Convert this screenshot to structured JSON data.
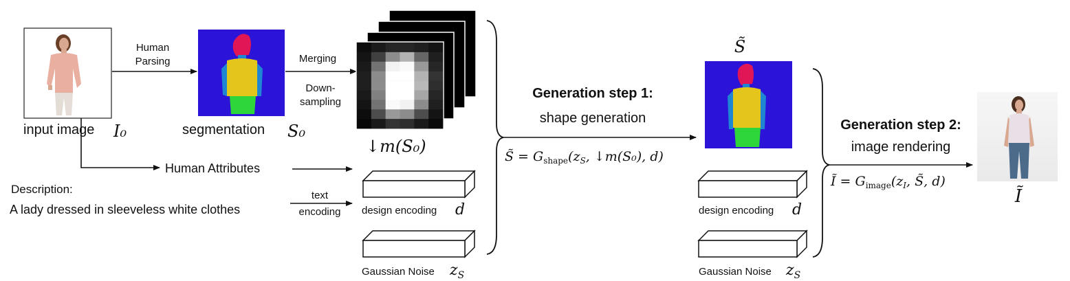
{
  "labels": {
    "input_image": "input image",
    "input_sym": "I₀",
    "human_parsing_1": "Human",
    "human_parsing_2": "Parsing",
    "segmentation": "segmentation",
    "seg_sym": "S₀",
    "merging": "Merging",
    "down_1": "Down-",
    "down_2": "sampling",
    "mask_sym": "↓m(S₀)",
    "human_attributes": "Human Attributes",
    "description_title": "Description",
    "description_colon": ":",
    "description_text": "A lady dressed in sleeveless white clothes",
    "text_enc_1": "text",
    "text_enc_2": "encoding",
    "design_encoding_1": "design encoding",
    "design_sym_1": "d",
    "gaussian_1": "Gaussian Noise",
    "gaussian_sym_1": "z",
    "gaussian_sub_1": "S",
    "step1_title": "Generation step 1:",
    "step1_sub": "shape generation",
    "step1_formula": "S̃ = G",
    "step1_formula_sub": "shape",
    "step1_formula_rest": "(z",
    "step1_formula_rest_sub": "S",
    "step1_formula_end": ", ↓m(S₀), d)",
    "s_tilde": "S̃",
    "design_encoding_2": "design encoding",
    "design_sym_2": "d",
    "gaussian_2": "Gaussian Noise",
    "gaussian_sym_2": "z",
    "gaussian_sub_2": "S",
    "step2_title": "Generation step 2:",
    "step2_sub": "image rendering",
    "step2_formula": "Ĩ = G",
    "step2_formula_sub": "image",
    "step2_formula_rest": "(z",
    "step2_formula_rest_sub": "I",
    "step2_formula_end": ", S̃, d)",
    "i_tilde": "Ĩ"
  },
  "colors": {
    "seg_background": "#2b14d8",
    "seg_upper": "#e3c51c",
    "seg_arms": "#1f86d4",
    "seg_lower": "#2fd63a",
    "seg_hair": "#e01656",
    "seg_face": "#d82080",
    "mask_white": "#ffffff",
    "mask_black": "#000000",
    "photo_top": "#e9b0a2",
    "photo_pants": "#e3ddd6",
    "photo_skin": "#d9a890",
    "photo_hair": "#6a3f28",
    "out_top": "#e8e0e6",
    "out_jeans": "#4c6a8a",
    "out_hair": "#4a2f20"
  },
  "mask_grid": [
    [
      0.05,
      0.1,
      0.15,
      0.15,
      0.12,
      0.08
    ],
    [
      0.08,
      0.25,
      0.55,
      0.7,
      0.4,
      0.12
    ],
    [
      0.1,
      0.45,
      0.95,
      0.98,
      0.6,
      0.15
    ],
    [
      0.12,
      0.55,
      1.0,
      1.0,
      0.7,
      0.2
    ],
    [
      0.12,
      0.55,
      1.0,
      1.0,
      0.72,
      0.18
    ],
    [
      0.1,
      0.5,
      1.0,
      1.0,
      0.65,
      0.15
    ],
    [
      0.08,
      0.45,
      0.98,
      0.95,
      0.55,
      0.12
    ],
    [
      0.05,
      0.3,
      0.6,
      0.55,
      0.3,
      0.08
    ],
    [
      0.03,
      0.1,
      0.2,
      0.18,
      0.1,
      0.04
    ]
  ]
}
